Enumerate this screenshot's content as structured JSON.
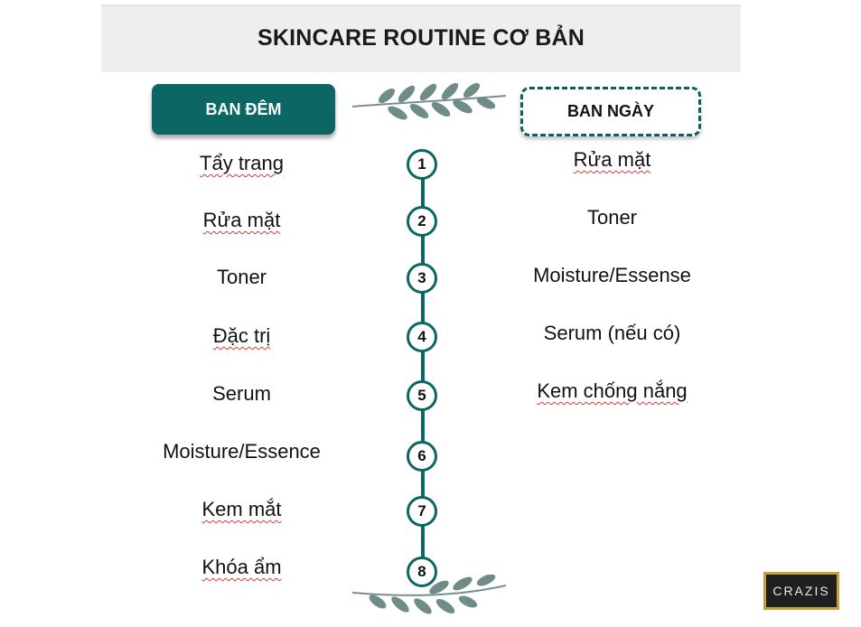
{
  "title": "SKINCARE ROUTINE CƠ BẢN",
  "night": {
    "label": "BAN ĐÊM",
    "steps": [
      "Tẩy trang",
      "Rửa mặt",
      "Toner",
      "Đặc trị",
      "Serum",
      "Moisture/Essence",
      "Kem mắt",
      "Khóa ẩm"
    ]
  },
  "day": {
    "label": "BAN NGÀY",
    "steps": [
      "Rửa mặt",
      "Toner",
      "Moisture/Essense",
      "Serum (nếu có)",
      "Kem chống nắng"
    ]
  },
  "step_numbers": [
    "1",
    "2",
    "3",
    "4",
    "5",
    "6",
    "7",
    "8"
  ],
  "brand": "CRAZIS",
  "colors": {
    "accent": "#0c6663",
    "title_bg": "#eeeeee",
    "leaf": "#6f8c88"
  }
}
